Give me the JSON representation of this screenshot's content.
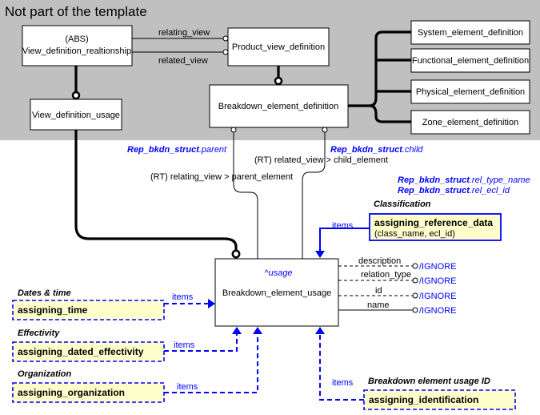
{
  "region": {
    "title": "Not part of the template"
  },
  "entities": {
    "view_def_rel_line1": "(ABS)",
    "view_def_rel_line2": "View_definition_realtionship",
    "product_view_definition": "Product_view_definition",
    "view_definition_usage": "View_definition_usage",
    "breakdown_element_definition": "Breakdown_element_definition",
    "system_element_definition": "System_element_definition",
    "functional_element_definition": "Functional_element_definition",
    "physical_element_definition": "Physical_element_definition",
    "zone_element_definition": "Zone_element_definition",
    "breakdown_element_usage": "Breakdown_element_usage",
    "usage_marker": "^usage"
  },
  "relations": {
    "relating_view": "relating_view",
    "related_view": "related_view",
    "rt_related_view": "(RT) related_view > child_element",
    "rt_relating_view": "(RT) relating_view > parent_element"
  },
  "refs": {
    "parent_bold": "Rep_bkdn_struct",
    "parent_suffix": ".parent",
    "child_bold": "Rep_bkdn_struct",
    "child_suffix": ".child",
    "rel_type_bold": "Rep_bkdn_struct",
    "rel_type_suffix": ".rel_type_name",
    "rel_ecl_bold": "Rep_bkdn_struct",
    "rel_ecl_suffix": ".rel_ecl_id"
  },
  "attributes": [
    {
      "name": "description",
      "value": "/IGNORE"
    },
    {
      "name": "relation_type",
      "value": "/IGNORE"
    },
    {
      "name": "id",
      "value": "/IGNORE"
    },
    {
      "name": "name",
      "value": "/IGNORE"
    }
  ],
  "templates": {
    "classification": {
      "category": "Classification",
      "name": "assigning_reference_data",
      "params": "(class_name, ecl_id)",
      "link": "items"
    },
    "dates_time": {
      "category": "Dates & time",
      "name": "assigning_time",
      "link": "items"
    },
    "effectivity": {
      "category": "Effectivity",
      "name": "assigning_dated_effectivity",
      "link": "items"
    },
    "organization": {
      "category": "Organization",
      "name": "assigning_organization",
      "link": "items"
    },
    "identification": {
      "category": "Breakdown element usage ID",
      "name": "assigning_identification",
      "link": "items"
    }
  },
  "colors": {
    "region_fill": "#c0c0c0",
    "template_fill": "#ffffcc",
    "template_border": "#0000ff",
    "ref_text": "#0000ff"
  }
}
